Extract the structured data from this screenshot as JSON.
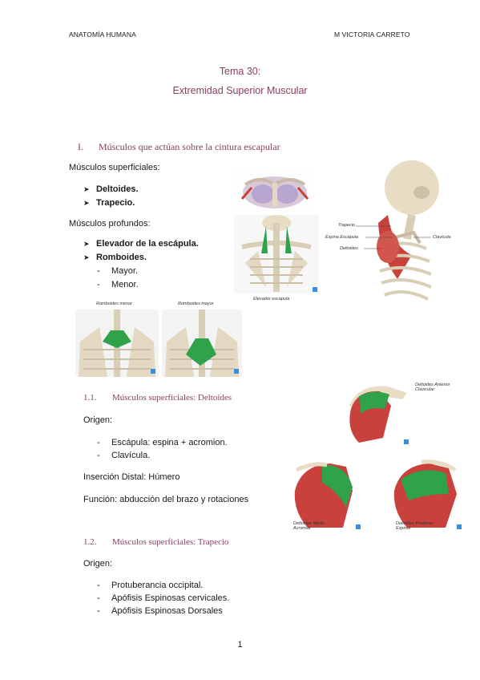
{
  "header": {
    "left": "ANATOMÍA HUMANA",
    "right": "M VICTORIA CARRETO"
  },
  "title": {
    "line1": "Tema 30:",
    "line2": "Extremidad Superior Muscular"
  },
  "section1": {
    "number": "I.",
    "title": "Músculos que actúan sobre la cintura escapular",
    "superficial_label": "Músculos superficiales:",
    "superficial_items": [
      "Deltoides",
      "Trapecio"
    ],
    "deep_label": "Músculos profundos:",
    "deep_items": [
      "Elevador de la escápula",
      "Romboides"
    ],
    "romboides_sub": [
      "Mayor.",
      "Menor."
    ]
  },
  "figures": {
    "elevador_caption": "Elevador escápula",
    "romboides_menor": "Romboides menor",
    "romboides_mayor": "Romboides mayor",
    "lateral_labels": [
      "Trapecio",
      "Espina Escápula",
      "Deltoides",
      "Clavícula"
    ],
    "deltoid_anterior": "Deltoides Anterior Clavicular",
    "deltoid_medio": "Deltoides Medio Acromial",
    "deltoid_posterior": "Deltoides Posterior Espinal"
  },
  "sub11": {
    "number": "1.1.",
    "title": "Músculos superficiales: Deltoides",
    "origin_label": "Origen:",
    "origin_items": [
      "Escápula: espina + acromion.",
      "Clavícula."
    ],
    "insertion": "Inserción Distal: Húmero",
    "function": "Función: abducción del brazo y rotaciones"
  },
  "sub12": {
    "number": "1.2.",
    "title": "Músculos superficiales: Trapecio",
    "origin_label": "Origen:",
    "origin_items": [
      "Protuberancia occipital.",
      "Apófisis Espinosas cervicales.",
      "Apófisis Espinosas Dorsales"
    ]
  },
  "page_number": "1",
  "colors": {
    "accent": "#8a3d63",
    "muscle_red": "#c8413b",
    "highlight_green": "#2fa24a",
    "bone": "#e8dcc4"
  }
}
